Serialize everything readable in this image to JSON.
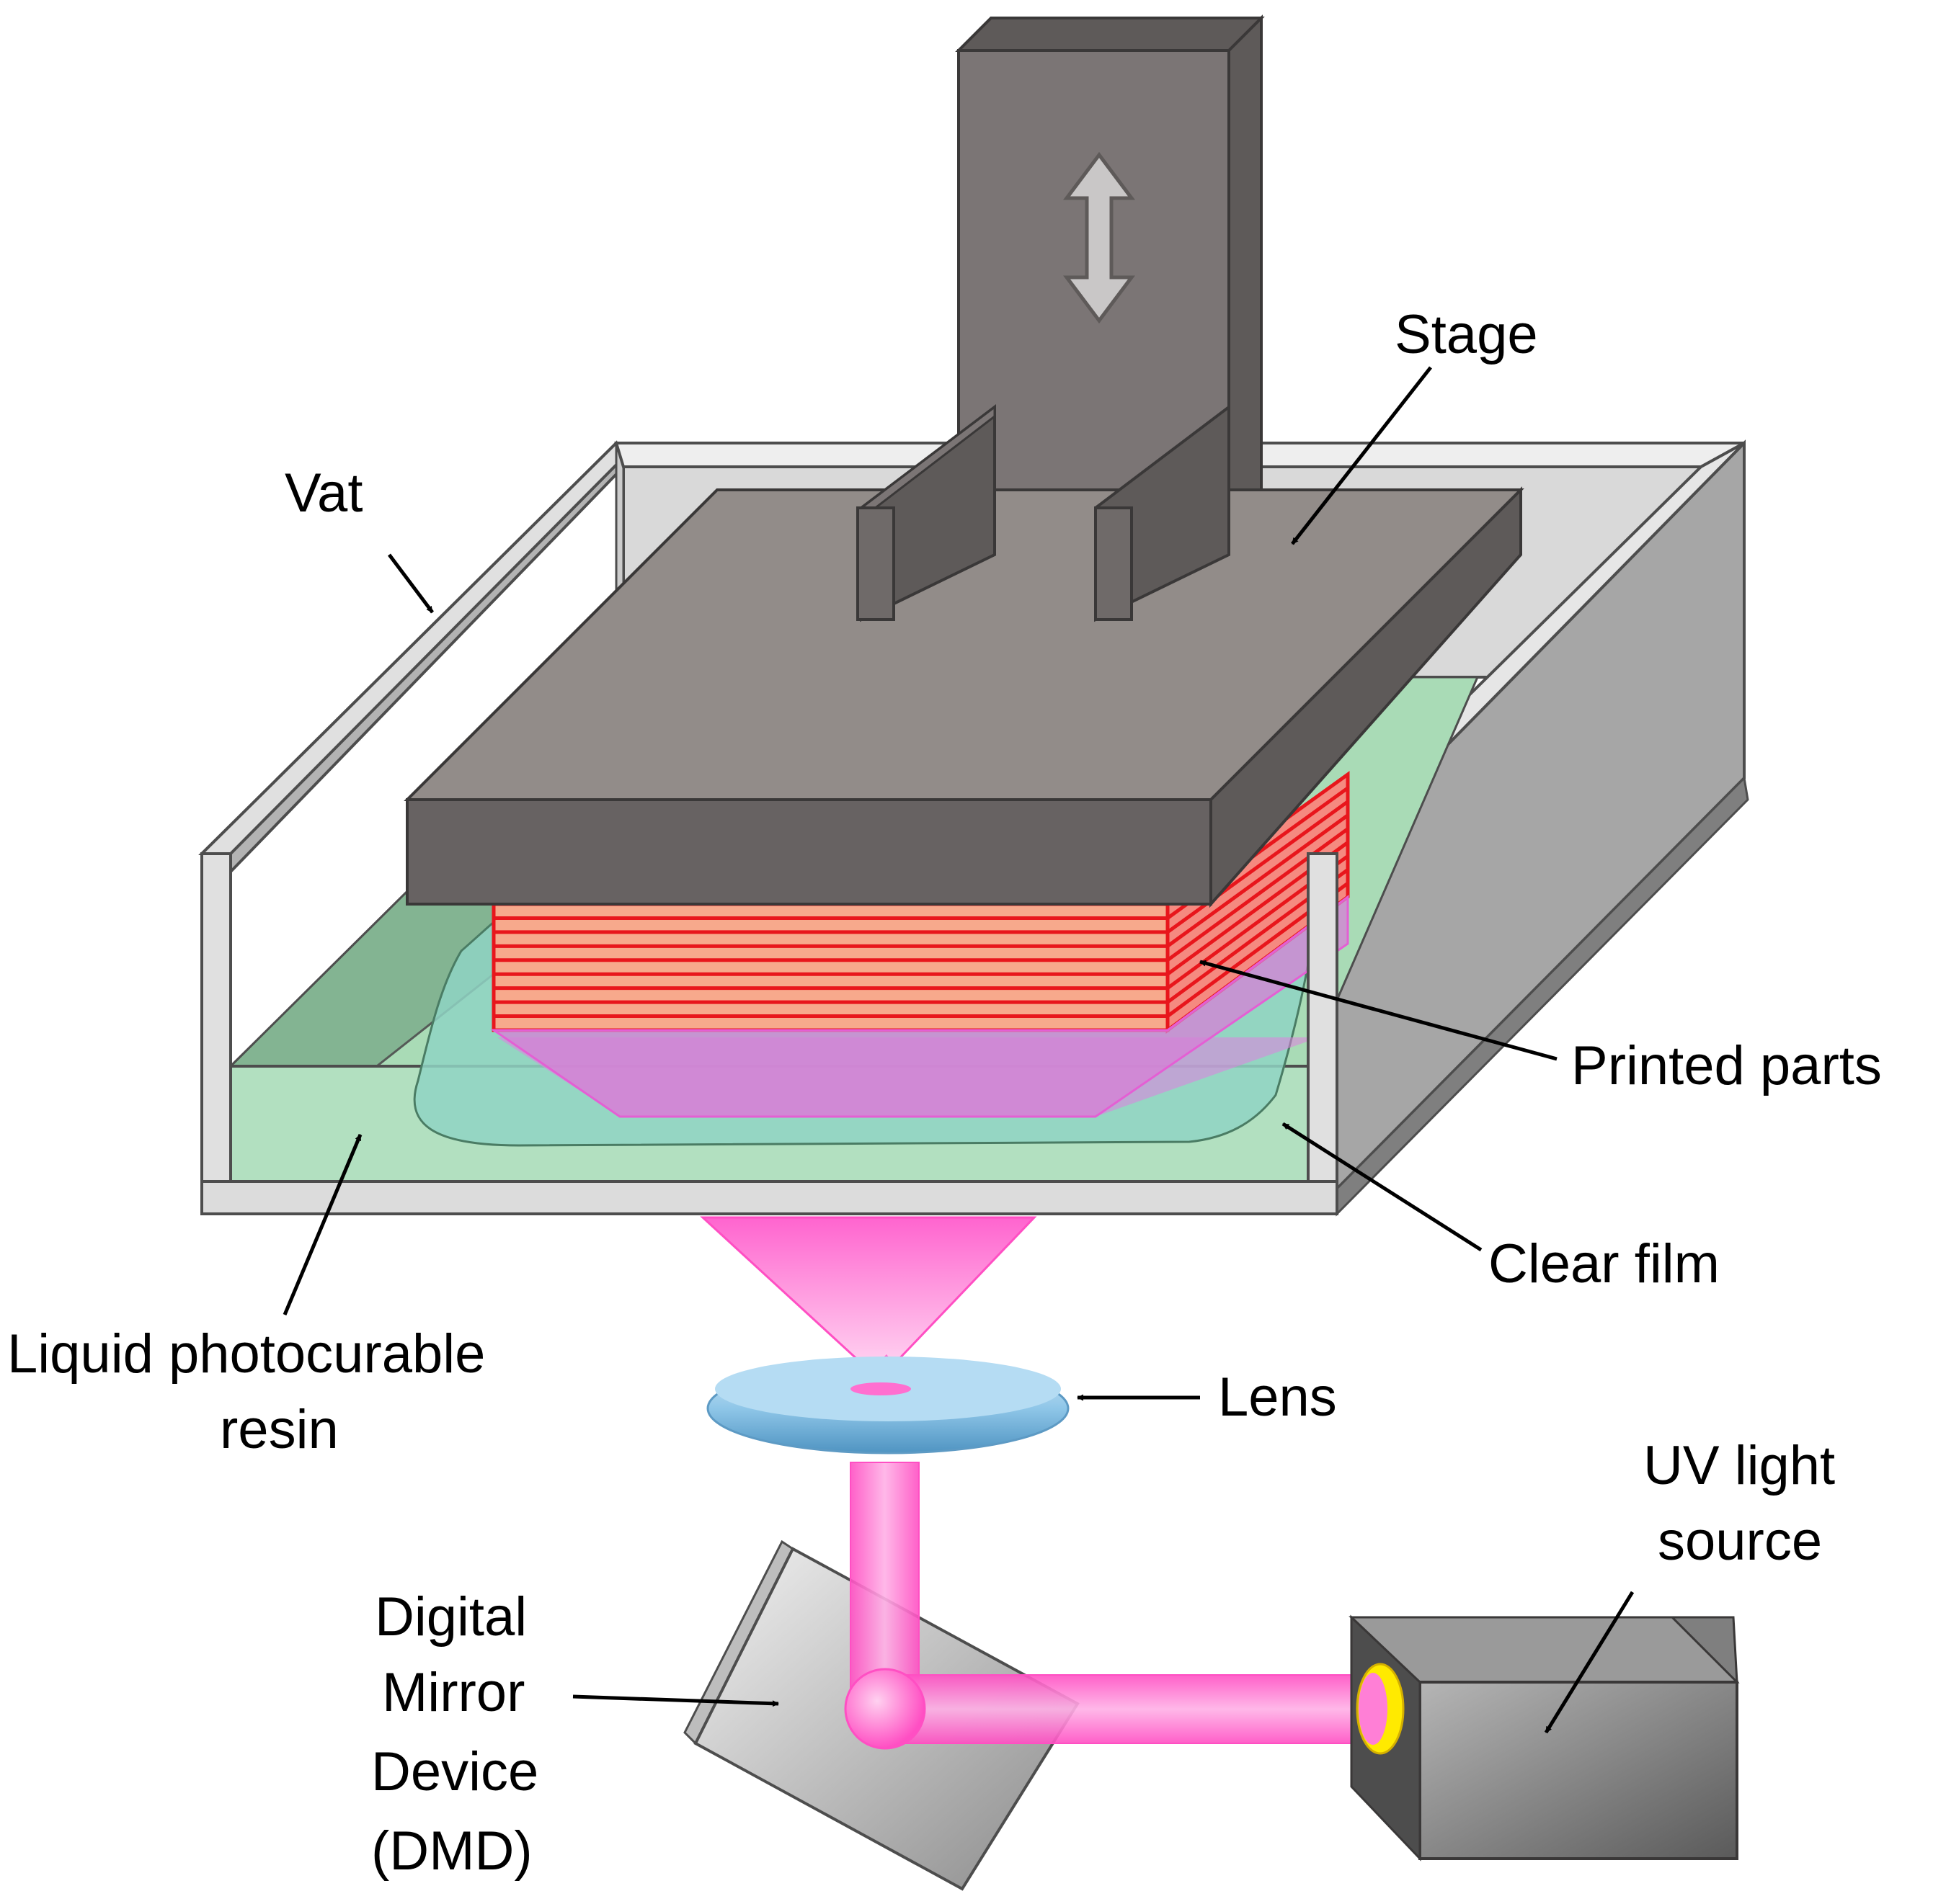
{
  "labels": {
    "stage": "Stage",
    "vat": "Vat",
    "printed_parts": "Printed parts",
    "clear_film": "Clear film",
    "resin_line1": "Liquid photocurable",
    "resin_line2": "resin",
    "lens": "Lens",
    "uv_line1": "UV light",
    "uv_line2": "source",
    "dmd_line1": "Digital",
    "dmd_line2": "Mirror",
    "dmd_line3": "Device",
    "dmd_line4": "(DMD)"
  },
  "colors": {
    "stage_top": "#928c89",
    "stage_side": "#5e5a59",
    "vat_wall": "#d9d9d9",
    "vat_wall_dark": "#a6a6a6",
    "resin": "#a9dbb6",
    "printed_parts": "#f7a98c",
    "layer_lines": "#e8161c",
    "light_beam": "#ff66cc",
    "lens": "#8fc6e8",
    "uv_glow": "#ffea00"
  },
  "printed_layer_count": 9
}
